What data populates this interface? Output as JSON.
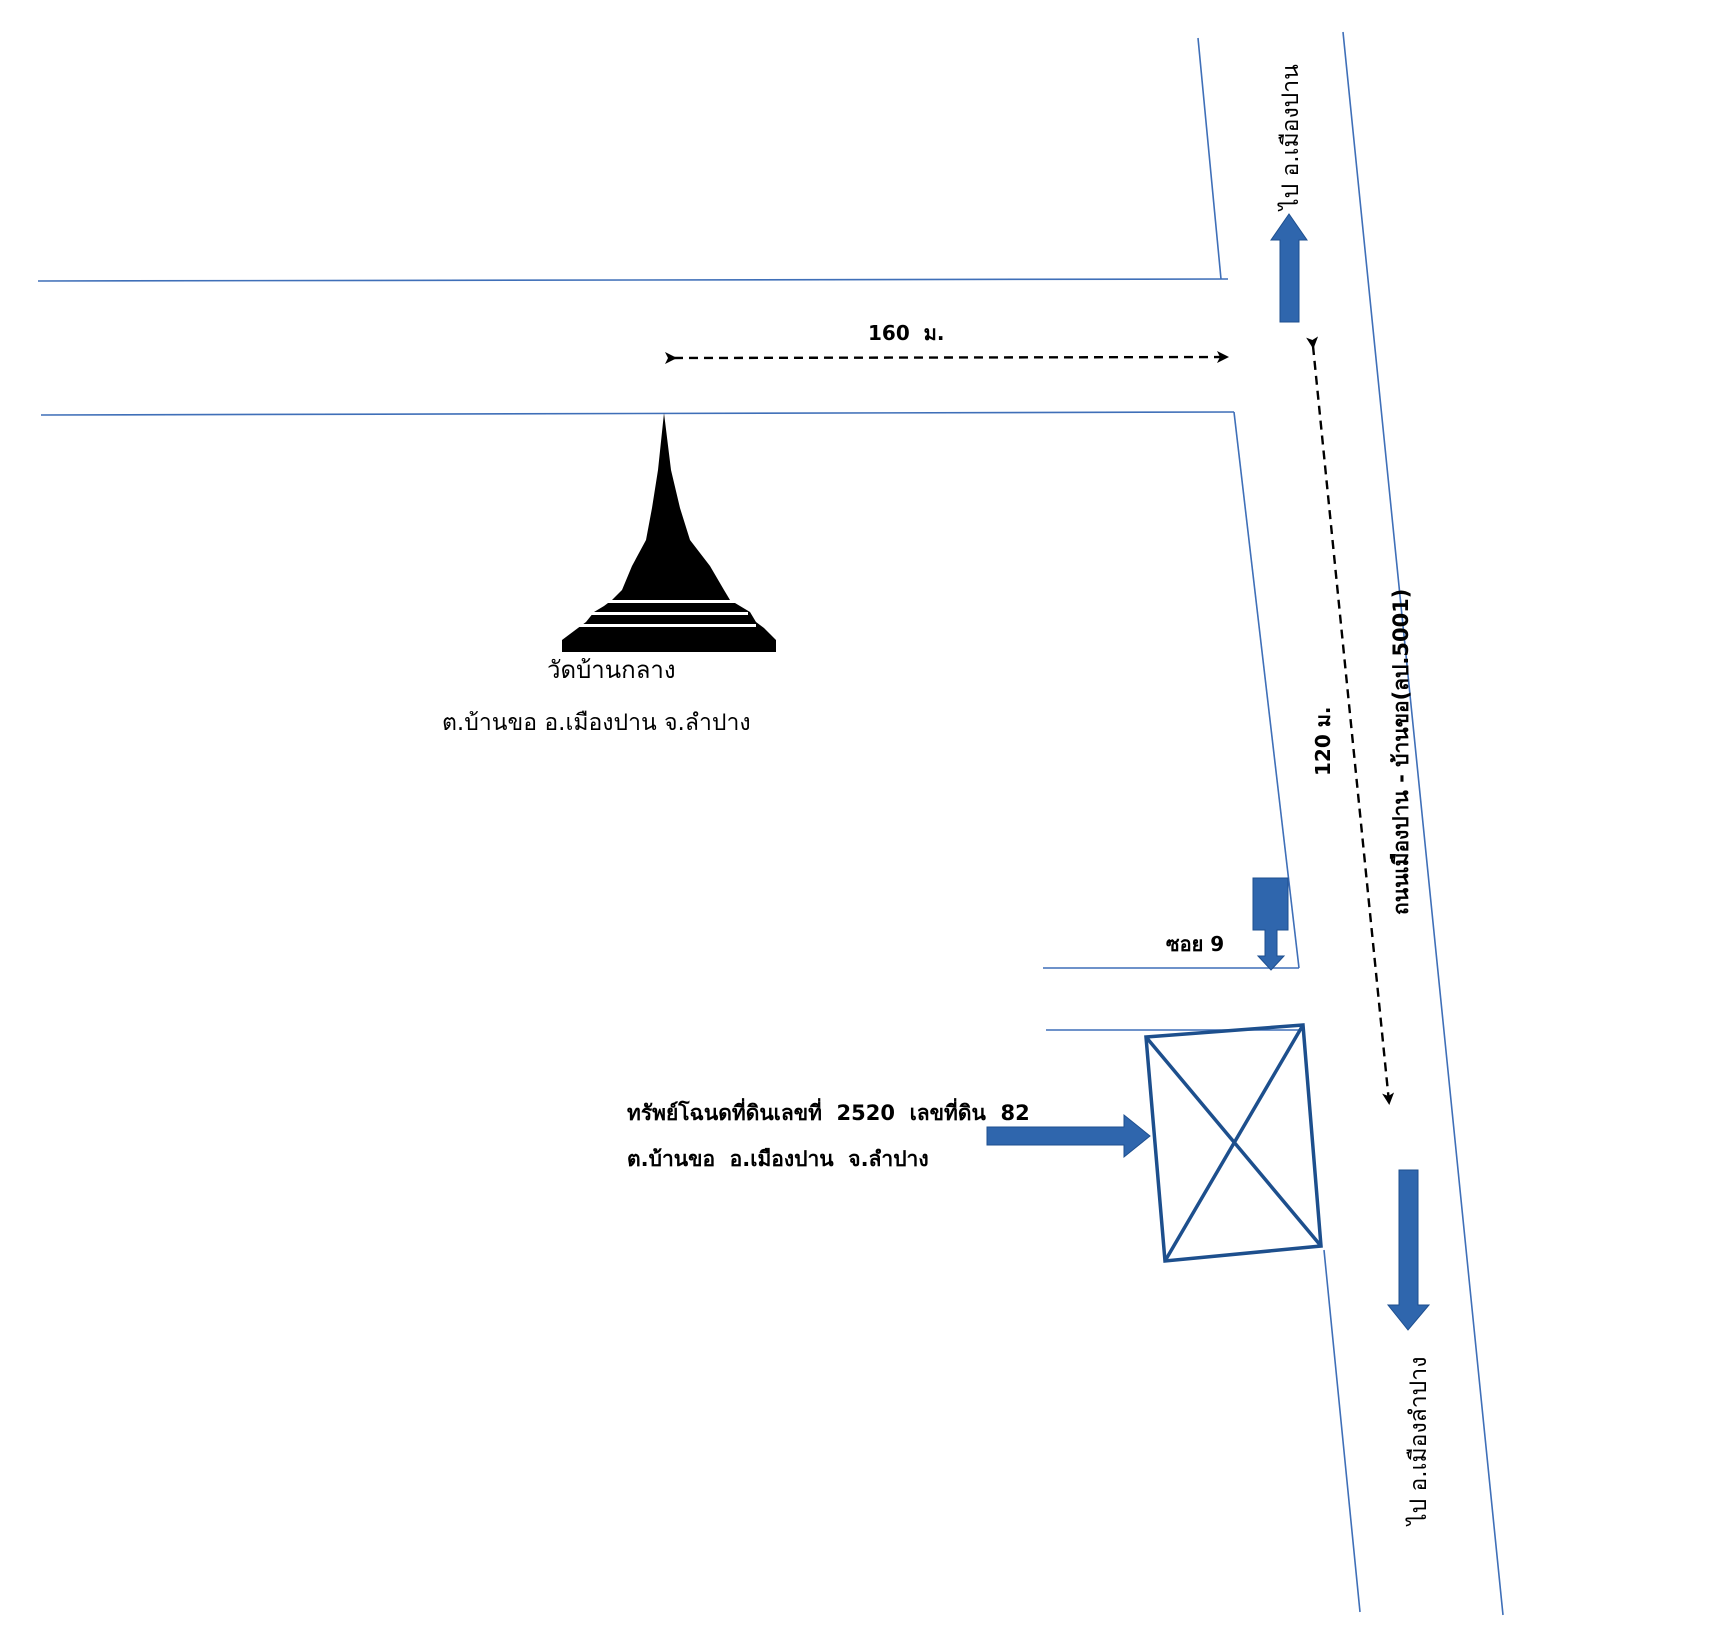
{
  "map": {
    "to_muang_pan": "ไป อ.เมืองปาน",
    "to_muang_lampang": "ไป อ.เมืองลำปาง",
    "distance_horizontal": "160  ม.",
    "distance_vertical": "120 ม.",
    "main_road_name": "ถนนเมืองปาน - บ้านขอ(ลป.5001)",
    "temple_name": "วัดบ้านกลาง",
    "temple_address": "ต.บ้านขอ อ.เมืองปาน จ.ลำปาง",
    "soi_label": "ซอย 9",
    "property_line1": "ทรัพย์โฉนดที่ดินเลขที่  2520  เลขที่ดิน  82",
    "property_line2": "ต.บ้านขอ  อ.เมืองปาน  จ.ลำปาง",
    "colors": {
      "road_line": "#3f6fb8",
      "arrow_fill": "#2f66ad",
      "plot_outline": "#1d4f8d"
    }
  }
}
